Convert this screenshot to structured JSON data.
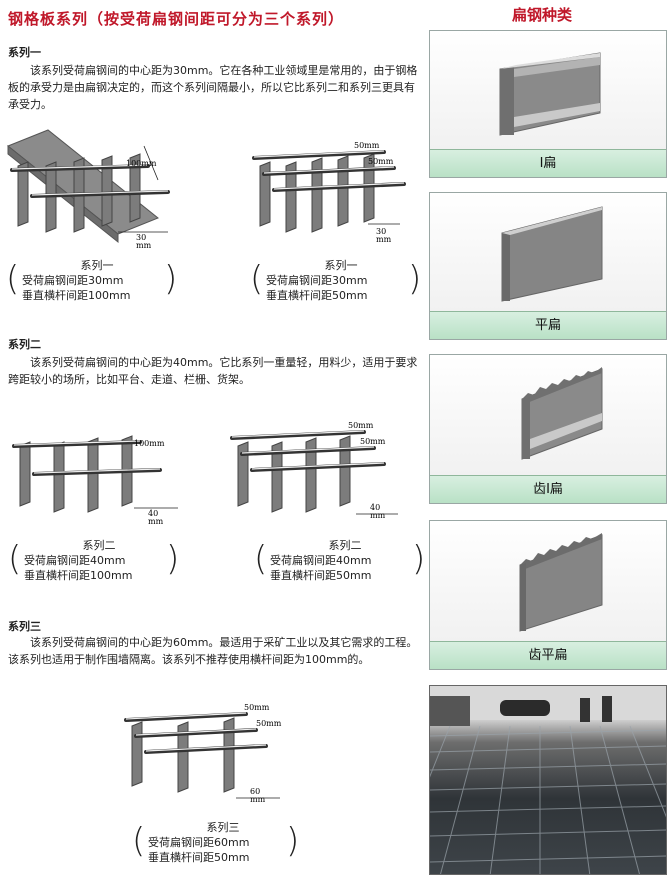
{
  "header": {
    "title": "钢格板系列（按受荷扁钢间距可分为三个系列）",
    "side_title": "扁钢种类"
  },
  "sections": [
    {
      "heading": "系列一",
      "description": "该系列受荷扁钢间的中心距为30mm。它在各种工业领域里是常用的，由于钢格板的承受力是由扁钢决定的，而这个系列间隔最小，所以它比系列二和系列三更具有承受力。",
      "figures": [
        {
          "labels": [
            "100mm",
            "30",
            "mm"
          ],
          "caption": {
            "title": "系列一",
            "line1": "受荷扁钢间距30mm",
            "line2": "垂直横杆间距100mm"
          }
        },
        {
          "labels": [
            "50mm",
            "50mm",
            "30",
            "mm"
          ],
          "caption": {
            "title": "系列一",
            "line1": "受荷扁钢间距30mm",
            "line2": "垂直横杆间距50mm"
          }
        }
      ]
    },
    {
      "heading": "系列二",
      "description": "该系列受荷扁钢间的中心距为40mm。它比系列一重量轻，用料少，适用于要求跨距较小的场所，比如平台、走道、栏栅、货架。",
      "figures": [
        {
          "labels": [
            "100mm",
            "40",
            "mm"
          ],
          "caption": {
            "title": "系列二",
            "line1": "受荷扁钢间距40mm",
            "line2": "垂直横杆间距100mm"
          }
        },
        {
          "labels": [
            "50mm",
            "50mm",
            "40",
            "mm"
          ],
          "caption": {
            "title": "系列二",
            "line1": "受荷扁钢间距40mm",
            "line2": "垂直横杆间距50mm"
          }
        }
      ]
    },
    {
      "heading": "系列三",
      "description": "该系列受荷扁钢间的中心距为60mm。最适用于采矿工业以及其它需求的工程。该系列也适用于制作围墙隔离。该系列不推荐使用横杆间距为100mm的。",
      "figures": [
        {
          "labels": [
            "50mm",
            "50mm",
            "60",
            "mm"
          ],
          "caption": {
            "title": "系列三",
            "line1": "受荷扁钢间距60mm",
            "line2": "垂直横杆间距50mm"
          }
        }
      ]
    }
  ],
  "paren": {
    "open": "(",
    "close": ")"
  },
  "steel_types": [
    {
      "label": "I扁",
      "icon": "i-flat-bar-icon"
    },
    {
      "label": "平扁",
      "icon": "plain-flat-bar-icon"
    },
    {
      "label": "齿I扁",
      "icon": "serrated-i-flat-bar-icon"
    },
    {
      "label": "齿平扁",
      "icon": "serrated-plain-flat-bar-icon"
    }
  ],
  "colors": {
    "title_red": "#c0182a",
    "label_green": "#b9e1c6",
    "steel_gray": "#8a8a8a"
  }
}
